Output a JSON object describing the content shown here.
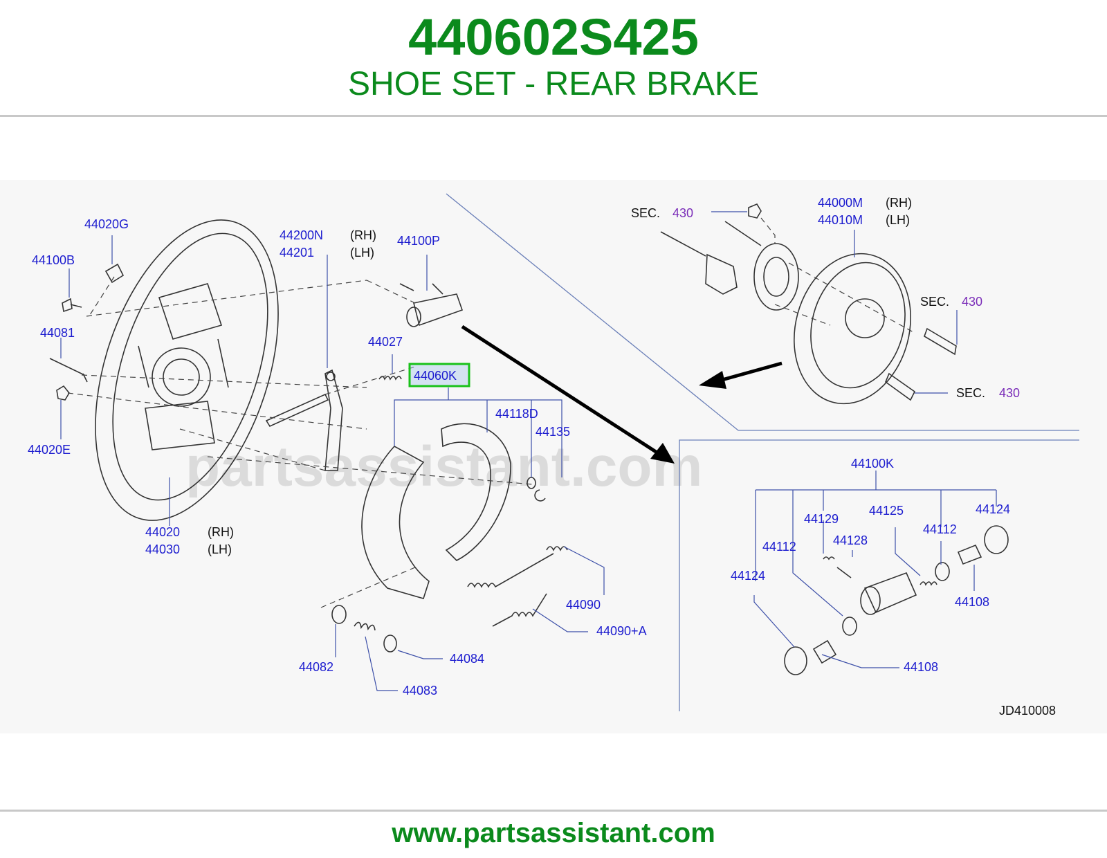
{
  "header": {
    "part_number": "440602S425",
    "title": "SHOE SET - REAR BRAKE"
  },
  "diagram": {
    "watermark": "partsassistant.com",
    "code": "JD410008",
    "highlighted_part": "44060K",
    "sec_label": "SEC.",
    "sec_value": "430",
    "labels": {
      "p44020G": "44020G",
      "p44100B": "44100B",
      "p44081": "44081",
      "p44020E": "44020E",
      "p44020": "44020",
      "p44030": "44030",
      "p44200N": "44200N",
      "p44201": "44201",
      "p44100P": "44100P",
      "p44027": "44027",
      "p44118D": "44118D",
      "p44135": "44135",
      "p44090": "44090",
      "p44090A": "44090+A",
      "p44082": "44082",
      "p44083": "44083",
      "p44084": "44084",
      "p44000M": "44000M",
      "p44010M": "44010M",
      "p44100K": "44100K",
      "p44129": "44129",
      "p44128": "44128",
      "p44125": "44125",
      "p44112a": "44112",
      "p44112b": "44112",
      "p44124a": "44124",
      "p44124b": "44124",
      "p44108a": "44108",
      "p44108b": "44108"
    },
    "side": {
      "rh": "(RH)",
      "lh": "(LH)"
    }
  },
  "footer": {
    "url": "www.partsassistant.com"
  },
  "colors": {
    "brand_green": "#0b8a1c",
    "label_blue": "#1c1ccf",
    "sec_purple": "#7a2cb8",
    "highlight_box": "#19c219"
  }
}
